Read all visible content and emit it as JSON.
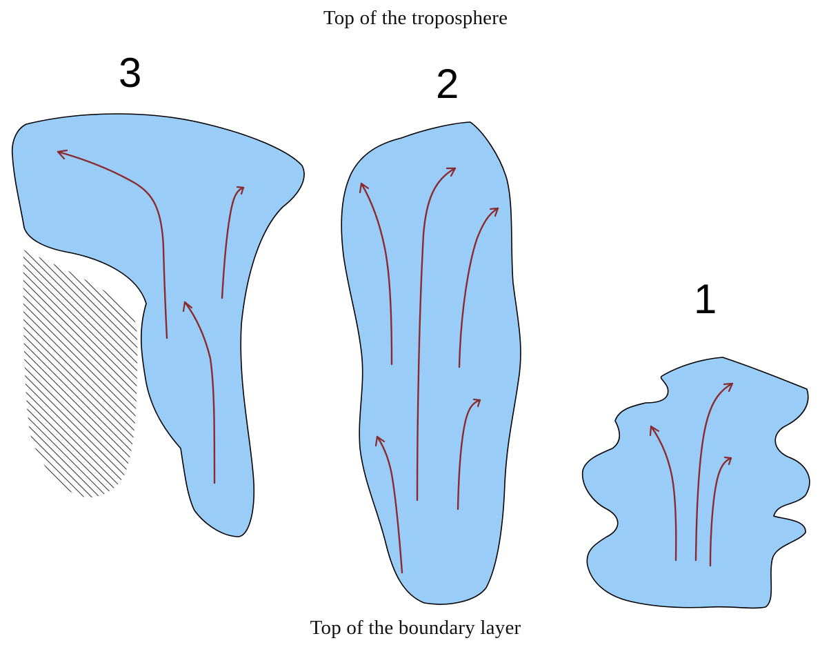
{
  "captions": {
    "top": "Top of the troposphere",
    "bottom": "Top of the boundary layer"
  },
  "stages": [
    {
      "label": "1"
    },
    {
      "label": "2"
    },
    {
      "label": "3"
    }
  ],
  "colors": {
    "cloud_fill": "#99ccf7",
    "cloud_outline": "#000000",
    "updraft_arrow": "#8b2a2e",
    "hatch": "#3a3a3a"
  },
  "icons": {
    "updraft": "curved-arrow-icon",
    "shadow": "hatched-region"
  }
}
